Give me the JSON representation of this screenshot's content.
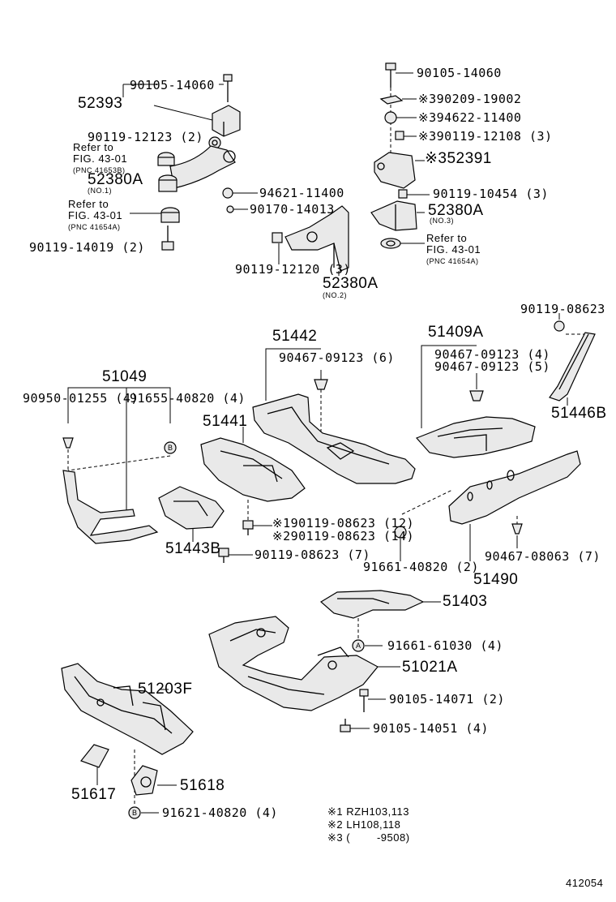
{
  "diagram_id": "412054",
  "labels": {
    "p90105_14060_l": "90105-14060",
    "p52393": "52393",
    "p90119_12123": "90119-12123 (2)",
    "refer1": "Refer to\nFIG. 43-01",
    "pnc1": "(PNC 41653B)",
    "p52380a_1": "52380A",
    "no1": "(NO.1)",
    "refer2": "Refer to\nFIG. 43-01",
    "pnc2": "(PNC 41654A)",
    "p90119_14019": "90119-14019 (2)",
    "p94621_11400": "94621-11400",
    "p90170_14013": "90170-14013",
    "p90119_12120": "90119-12120 (3)",
    "p52380a_2": "52380A",
    "no2": "(NO.2)",
    "p90105_14060_r": "90105-14060",
    "p90209": "※390209-19002",
    "p94622": "※394622-11400",
    "p90119_12108": "※390119-12108 (3)",
    "p52391": "※352391",
    "p90119_10454": "90119-10454 (3)",
    "p52380a_3": "52380A",
    "no3": "(NO.3)",
    "refer3": "Refer to\nFIG. 43-01",
    "pnc3": "(PNC 41654A)",
    "p90119_08623_tr": "90119-08623",
    "p51442": "51442",
    "p90467_09123_6": "90467-09123 (6)",
    "p51409a": "51409A",
    "p90467_09123_4": "90467-09123 (4)",
    "p90467_09123_5": "90467-09123 (5)",
    "p51049": "51049",
    "p90950_01255": "90950-01255 (4)",
    "p91655_40820": "91655-40820 (4)",
    "p51441": "51441",
    "p51446b": "51446B",
    "p1_90119_08623": "※190119-08623 (12)",
    "p2_90119_08623": "※290119-08623 (14)",
    "p51443b": "51443B",
    "p90119_08623_7": "90119-08623 (7)",
    "p91661_40820": "91661-40820 (2)",
    "p90467_08063": "90467-08063 (7)",
    "p51490": "51490",
    "p51403": "51403",
    "p91661_61030": "91661-61030 (4)",
    "p51021a": "51021A",
    "p90105_14071": "90105-14071 (2)",
    "p90105_14051": "90105-14051 (4)",
    "p51203f": "51203F",
    "p51617": "51617",
    "p51618": "51618",
    "p91621_40820": "91621-40820 (4)",
    "note1": "※1 RZH103,113",
    "note2": "※2 LH108,118",
    "note3": "※3 (        -9508)",
    "circle_a": "A",
    "circle_b": "B"
  }
}
